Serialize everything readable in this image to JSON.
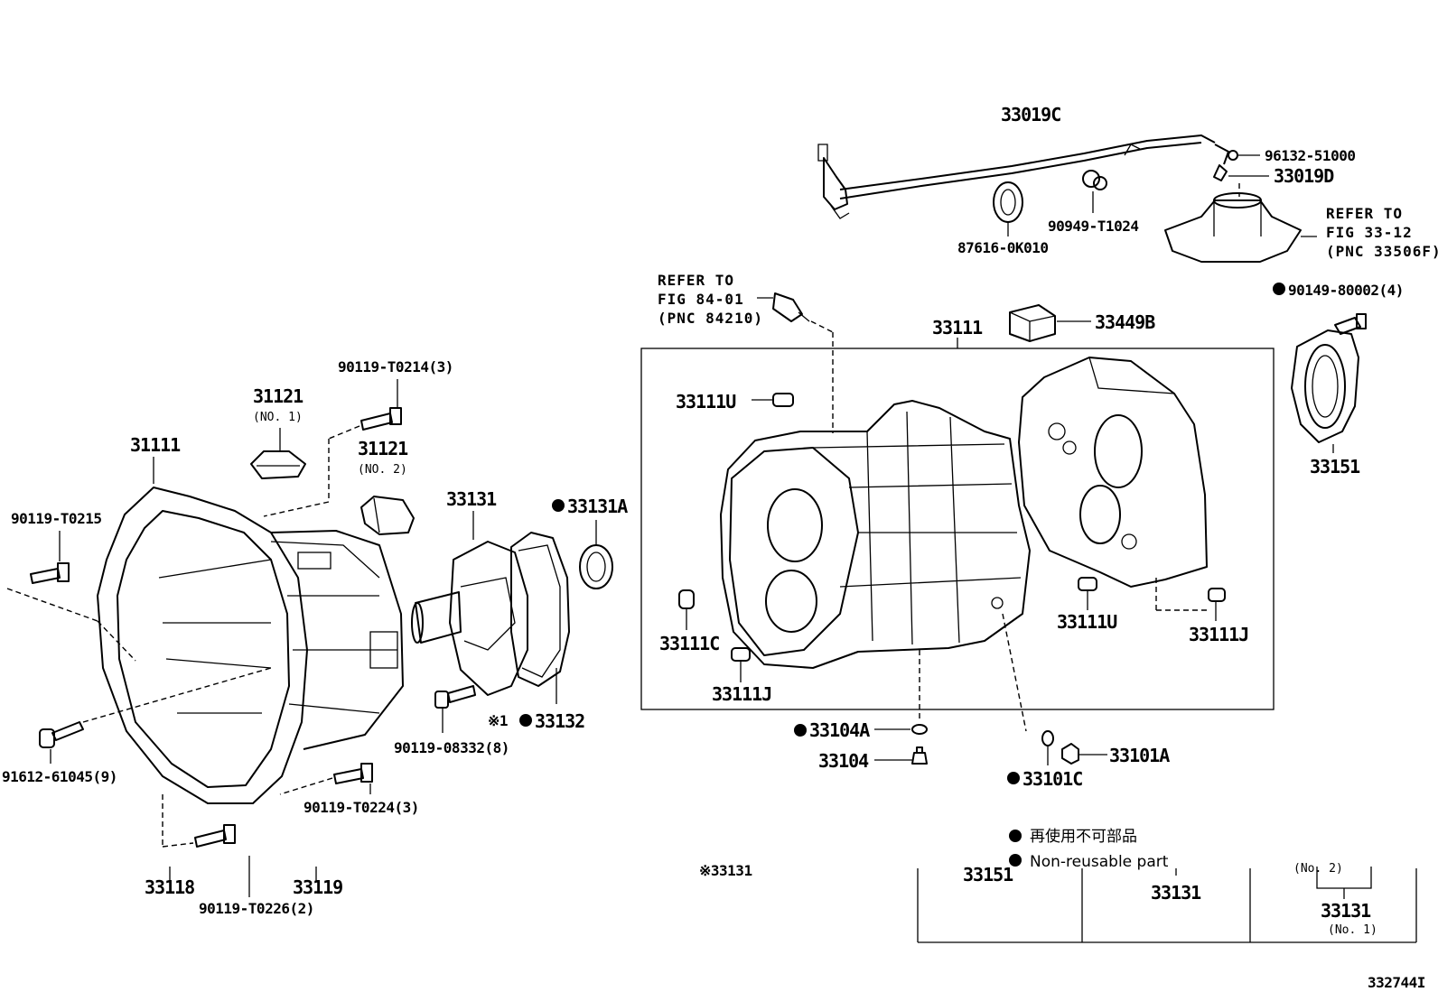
{
  "labels": {
    "p33019C": "33019C",
    "p96132": "96132-51000",
    "p33019D": "33019D",
    "p90949": "90949-T1024",
    "p87616": "87616-0K010",
    "refer1_l1": "REFER TO",
    "refer1_l2": "FIG 33-12",
    "refer1_l3": "(PNC 33506F)",
    "refer2_l1": "REFER TO",
    "refer2_l2": "FIG 84-01",
    "refer2_l3": "(PNC 84210)",
    "p90149": "90149-80002(4)",
    "p33449B": "33449B",
    "p33111": "33111",
    "p33151": "33151",
    "p33111U_a": "33111U",
    "p33111U_b": "33111U",
    "p33111C": "33111C",
    "p33111J_a": "33111J",
    "p33111J_b": "33111J",
    "p33104A": "33104A",
    "p33104": "33104",
    "p33101A": "33101A",
    "p33101C": "33101C",
    "p90119_T0214": "90119-T0214(3)",
    "p31121a": "31121",
    "p31121a_sub": "(NO. 1)",
    "p31121b": "31121",
    "p31121b_sub": "(NO. 2)",
    "p31111": "31111",
    "p90119_T0215": "90119-T0215",
    "p33131": "33131",
    "p33131A": "33131A",
    "p33132": "33132",
    "p33132_prefix": "※1",
    "p90119_08332": "90119-08332(8)",
    "p91612": "91612-61045(9)",
    "p90119_T0224": "90119-T0224(3)",
    "p33118": "33118",
    "p33119": "33119",
    "p90119_T0226": "90119-T0226(2)",
    "legend_jp": "再使用不可部品",
    "legend_en": "Non-reusable part",
    "tbl_33151": "33151",
    "tbl_33131": "33131",
    "tbl_33131_no1": "33131",
    "tbl_no1_sub": "(No. 1)",
    "tbl_no2_frag": "(No. 2)",
    "frag_note": "※33131",
    "fig_id": "332744I"
  },
  "icons": {
    "nonreusable": "filled-circle-icon"
  }
}
